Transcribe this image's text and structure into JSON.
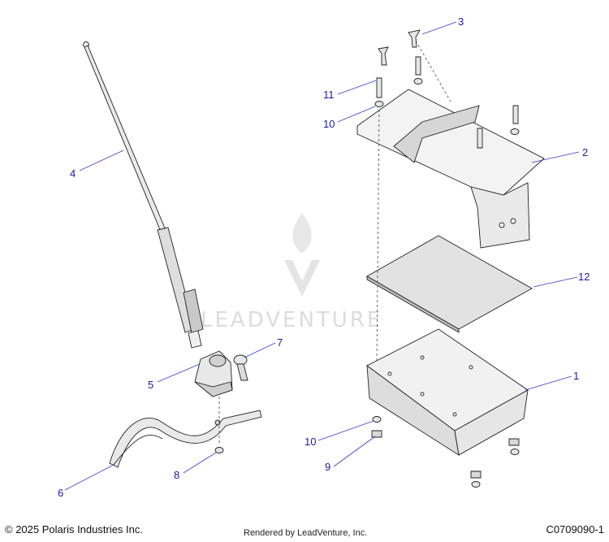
{
  "callouts": {
    "c1": "1",
    "c2": "2",
    "c3": "3",
    "c4": "4",
    "c5": "5",
    "c6": "6",
    "c7": "7",
    "c8": "8",
    "c9": "9",
    "c10a": "10",
    "c10b": "10",
    "c11": "11",
    "c12": "12"
  },
  "watermark": {
    "text": "LEADVENTURE"
  },
  "footer": {
    "copyright": "© 2025 Polaris Industries Inc.",
    "rendered_by": "Rendered by LeadVenture, Inc.",
    "diagram_id": "C0709090-1"
  },
  "colors": {
    "callout": "#1a1aa8",
    "leader": "#3a3ad0",
    "part_fill": "#f2f2f2",
    "part_shade": "#d8d8d8"
  }
}
